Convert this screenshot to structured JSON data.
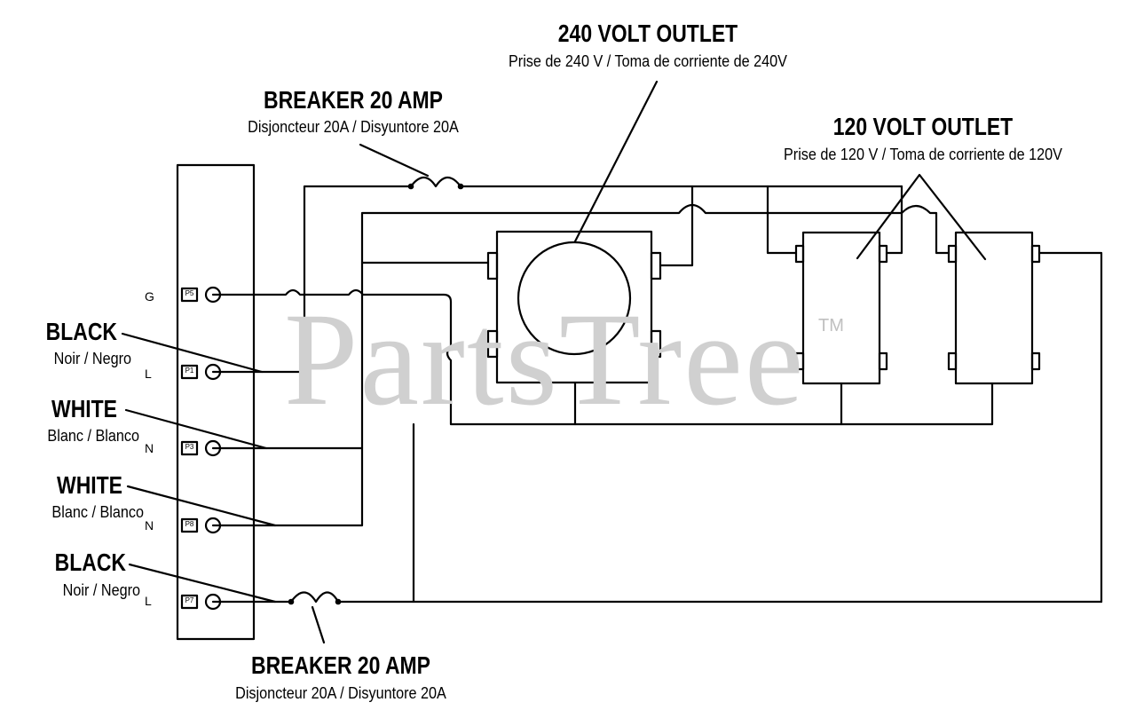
{
  "watermark": {
    "text": "PartsTree",
    "tm": "TM"
  },
  "labels": {
    "outlet_240_title": "240 VOLT OUTLET",
    "outlet_240_sub": "Prise de 240 V / Toma de corriente de 240V",
    "outlet_120_title": "120 VOLT OUTLET",
    "outlet_120_sub": "Prise de 120 V / Toma de corriente de 120V",
    "breaker_top_title": "BREAKER 20 AMP",
    "breaker_top_sub": "Disjoncteur 20A / Disyuntore 20A",
    "breaker_bottom_title": "BREAKER 20 AMP",
    "breaker_bottom_sub": "Disjoncteur 20A / Disyuntore 20A"
  },
  "wires": [
    {
      "title": "BLACK",
      "sub": "Noir / Negro",
      "letter": "L"
    },
    {
      "title": "WHITE",
      "sub": "Blanc / Blanco",
      "letter": "N"
    },
    {
      "title": "WHITE",
      "sub": "Blanc / Blanco",
      "letter": "N"
    },
    {
      "title": "BLACK",
      "sub": "Noir / Negro",
      "letter": "L"
    }
  ],
  "terminals": {
    "ground_letter": "G",
    "ids": [
      "P5",
      "P1",
      "P3",
      "P8",
      "P7"
    ]
  }
}
